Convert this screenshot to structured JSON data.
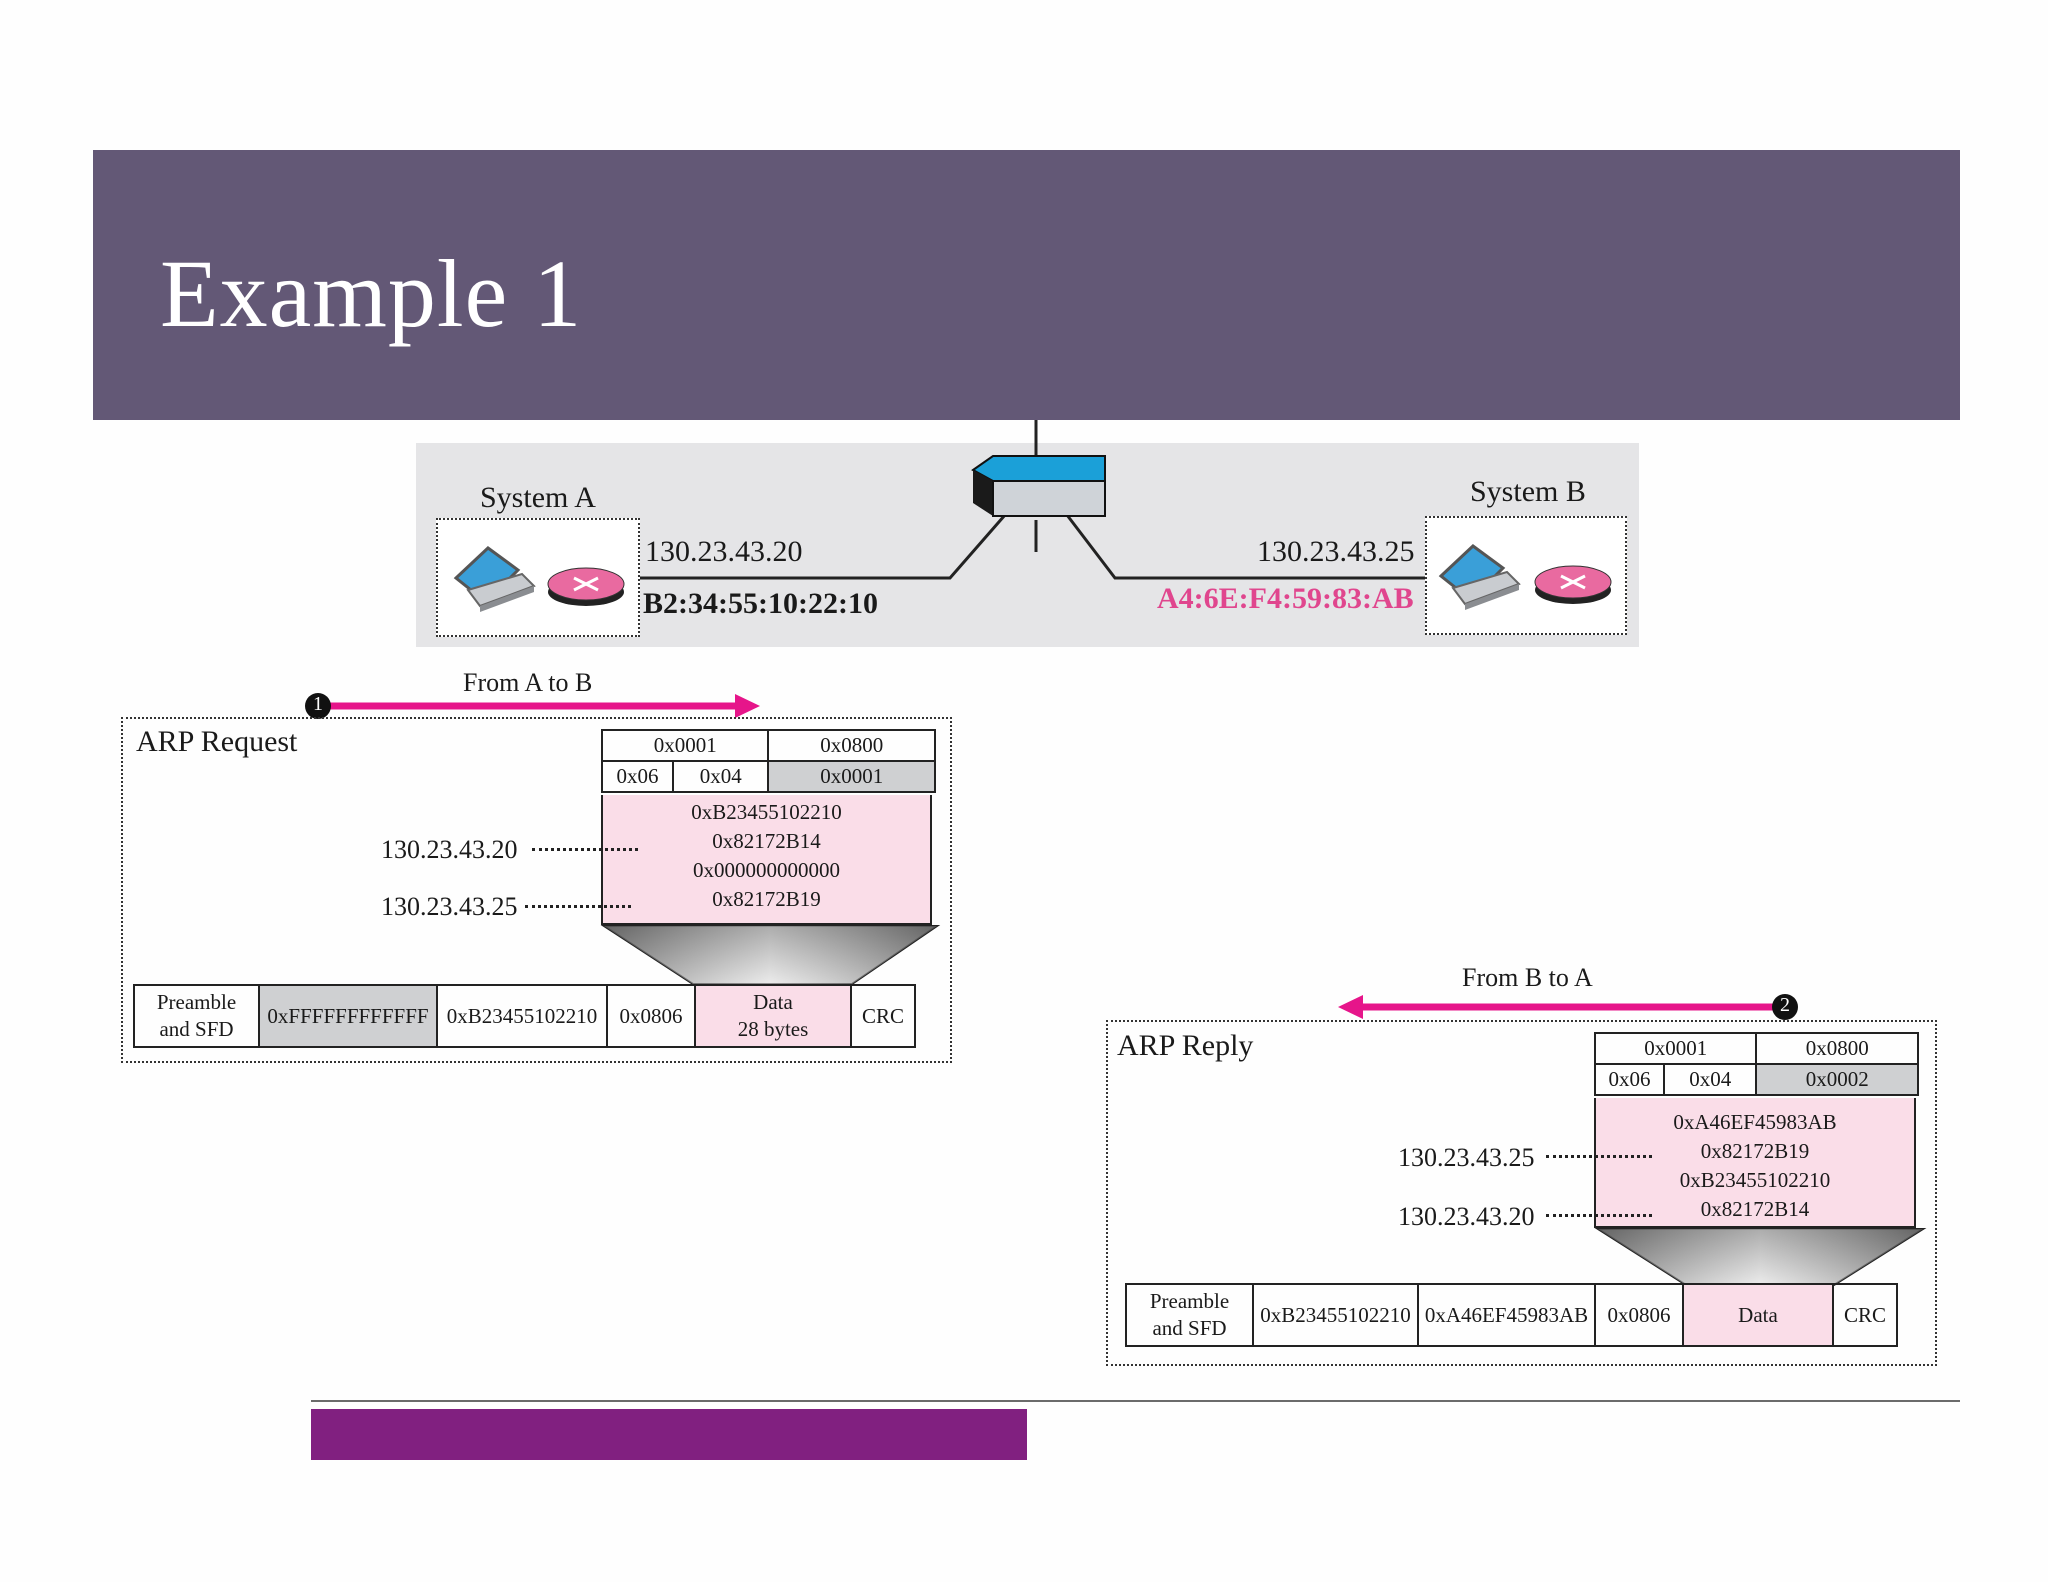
{
  "title": "Example 1",
  "network": {
    "system_a": {
      "label": "System A",
      "ip": "130.23.43.20",
      "mac": "B2:34:55:10:22:10"
    },
    "system_b": {
      "label": "System B",
      "ip": "130.23.43.25",
      "mac": "A4:6E:F4:59:83:AB"
    }
  },
  "request": {
    "arrow_label": "From A to B",
    "step": "1",
    "box_label": "ARP Request",
    "header": {
      "hw_type": "0x0001",
      "proto_type": "0x0800",
      "hw_len": "0x06",
      "proto_len": "0x04",
      "operation": "0x0001"
    },
    "payload": [
      "0xB23455102210",
      "0x82172B14",
      "0x000000000000",
      "0x82172B19"
    ],
    "ip_sender": "130.23.43.20",
    "ip_target": "130.23.43.25",
    "frame": {
      "preamble_line1": "Preamble",
      "preamble_line2": "and SFD",
      "dest": "0xFFFFFFFFFFFF",
      "src": "0xB23455102210",
      "type": "0x0806",
      "data_line1": "Data",
      "data_line2": "28 bytes",
      "crc": "CRC"
    }
  },
  "reply": {
    "arrow_label": "From B to A",
    "step": "2",
    "box_label": "ARP Reply",
    "header": {
      "hw_type": "0x0001",
      "proto_type": "0x0800",
      "hw_len": "0x06",
      "proto_len": "0x04",
      "operation": "0x0002"
    },
    "payload": [
      "0xA46EF45983AB",
      "0x82172B19",
      "0xB23455102210",
      "0x82172B14"
    ],
    "ip_sender": "130.23.43.25",
    "ip_target": "130.23.43.20",
    "frame": {
      "preamble_line1": "Preamble",
      "preamble_line2": "and SFD",
      "dest": "0xB23455102210",
      "src": "0xA46EF45983AB",
      "type": "0x0806",
      "data": "Data",
      "crc": "CRC"
    }
  },
  "colors": {
    "title_bar": "#635876",
    "footer_bar": "#812080",
    "arrow": "#e6158a",
    "mac_b": "#e0468e",
    "pink_field": "#fadde8",
    "gray_field": "#cfd0d2"
  }
}
